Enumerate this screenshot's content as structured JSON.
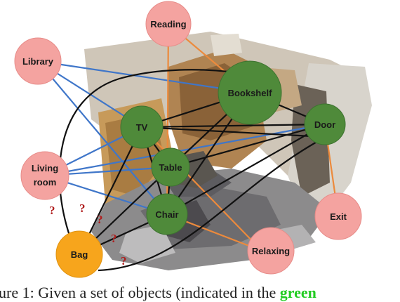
{
  "colors": {
    "object_node": "#4f8a3a",
    "object_node_stroke": "#3d7330",
    "concept_node": "#f4a3a0",
    "concept_node_stroke": "#e78c89",
    "query_node": "#f7a51c",
    "edge_object": "#111111",
    "edge_room": "#3f76c9",
    "edge_affordance": "#ec8a3c",
    "question": "#b01d1d",
    "highlight": "#22cc22"
  },
  "nodes": {
    "reading": "Reading",
    "library": "Library",
    "living_room_line1": "Living",
    "living_room_line2": "room",
    "bookshelf": "Bookshelf",
    "tv": "TV",
    "door": "Door",
    "table": "Table",
    "chair": "Chair",
    "exit": "Exit",
    "relaxing": "Relaxing",
    "bag": "Bag"
  },
  "question_mark": "?",
  "caption": {
    "prefix": "ure 1: Given a set of objects (indicated in the ",
    "highlight": "green"
  }
}
